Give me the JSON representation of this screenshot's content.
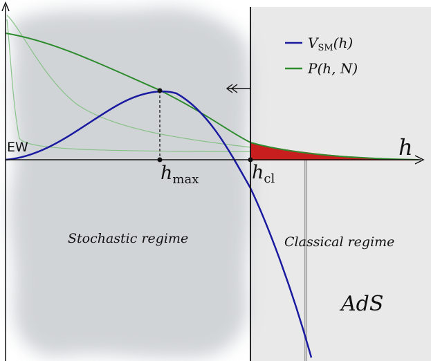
{
  "colors": {
    "potential": "#1a1aa0",
    "probability": "#2e8b2e",
    "probability_faint": "#7fbf7f",
    "tail_fill": "#c81e1e",
    "classical_bg": "#e9e9e9",
    "cloud": "#c9cdd1",
    "axis": "#111111"
  },
  "labels": {
    "ew": "EW",
    "h_axis": "h",
    "h_max_main": "h",
    "h_max_sub": "max",
    "h_cl_main": "h",
    "h_cl_sub": "cl",
    "stochastic": "Stochastic regime",
    "classical": "Classical regime",
    "ads": "AdS"
  },
  "legend": {
    "v_sm": {
      "main": "V",
      "sub": "SM",
      "args": "(h)"
    },
    "p": {
      "text": "P(h, N)"
    }
  },
  "icons": {
    "drift_arrow": "left-double-arrow-icon"
  }
}
